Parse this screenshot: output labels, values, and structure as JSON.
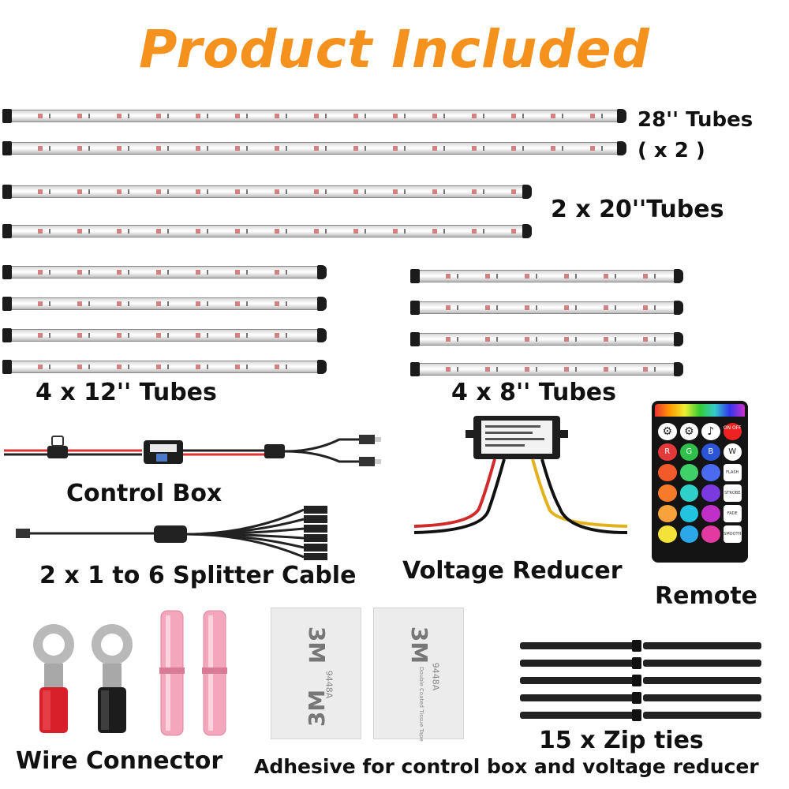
{
  "title": "Product Included",
  "labels": {
    "tubes28": "28'' Tubes",
    "tubes28_qty": "( x 2 )",
    "tubes20": "2 x 20''Tubes",
    "tubes12": "4 x 12'' Tubes",
    "tubes8": "4 x 8'' Tubes",
    "control_box": "Control Box",
    "splitter": "2 x 1 to 6 Splitter Cable",
    "voltage_reducer": "Voltage Reducer",
    "remote": "Remote",
    "wire_connector": "Wire Connector",
    "zip_ties": "15 x Zip ties",
    "adhesive": "Adhesive for control box and voltage reducer"
  },
  "remote_buttons": {
    "row0": [
      "",
      "",
      "",
      "ON OFF"
    ],
    "row1": [
      "R",
      "G",
      "B",
      "W"
    ],
    "side": [
      "FLASH",
      "STROBE",
      "FADE",
      "SMOOTH"
    ]
  },
  "tape_print": [
    "3M",
    "9448A",
    "Double Coated Tissue Tape"
  ],
  "colors": {
    "title": "#f5921e",
    "red": "#e23a3a",
    "green": "#2fbf4a",
    "blue": "#2a55d6",
    "pink_tube": "#f4a6bd"
  }
}
